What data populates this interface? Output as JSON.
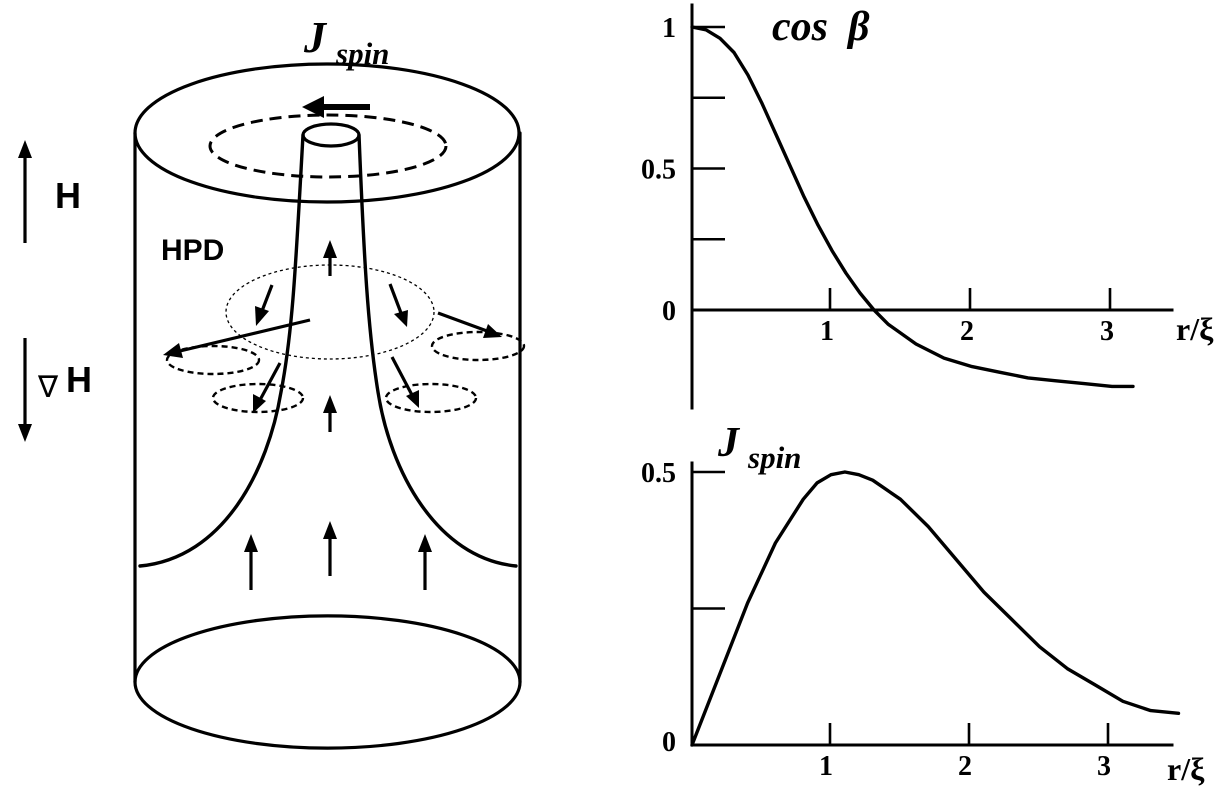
{
  "diagram": {
    "top_label": {
      "main": "J",
      "sub": "spin"
    },
    "field_label": "H",
    "gradient_symbol": "∇",
    "gradient_label": "H",
    "phase_label": "HPD"
  },
  "chart_data": [
    {
      "type": "line",
      "title": "cos β",
      "title_parts": {
        "main": "cos",
        "symbol": "β"
      },
      "xlabel": "r/ξ",
      "ylabel": "",
      "xticks": [
        "1",
        "2",
        "3"
      ],
      "yticks": [
        "1",
        "0.5",
        "0"
      ],
      "xlim": [
        0,
        3.4
      ],
      "ylim": [
        -0.3,
        1.05
      ],
      "series": [
        {
          "x": [
            0,
            0.1,
            0.2,
            0.3,
            0.4,
            0.5,
            0.6,
            0.7,
            0.8,
            0.9,
            1.0,
            1.1,
            1.2,
            1.3,
            1.4,
            1.6,
            1.8,
            2.0,
            2.2,
            2.4,
            2.6,
            2.8,
            3.0,
            3.15
          ],
          "y": [
            1.0,
            0.99,
            0.96,
            0.91,
            0.83,
            0.73,
            0.62,
            0.51,
            0.4,
            0.3,
            0.21,
            0.13,
            0.06,
            0.0,
            -0.05,
            -0.12,
            -0.17,
            -0.2,
            -0.22,
            -0.24,
            -0.25,
            -0.26,
            -0.27,
            -0.27
          ]
        }
      ]
    },
    {
      "type": "line",
      "title": "J spin",
      "title_parts": {
        "main": "J",
        "sub": "spin"
      },
      "xlabel": "r/ξ",
      "ylabel": "",
      "xticks": [
        "1",
        "2",
        "3"
      ],
      "yticks": [
        "0.5",
        "0"
      ],
      "xlim": [
        0,
        3.5
      ],
      "ylim": [
        0,
        0.52
      ],
      "series": [
        {
          "x": [
            0,
            0.2,
            0.4,
            0.6,
            0.8,
            0.9,
            1.0,
            1.1,
            1.2,
            1.3,
            1.5,
            1.7,
            1.9,
            2.1,
            2.3,
            2.5,
            2.7,
            2.9,
            3.1,
            3.3,
            3.5
          ],
          "y": [
            0,
            0.13,
            0.26,
            0.37,
            0.45,
            0.48,
            0.495,
            0.5,
            0.495,
            0.485,
            0.45,
            0.4,
            0.34,
            0.28,
            0.23,
            0.18,
            0.14,
            0.11,
            0.08,
            0.063,
            0.058
          ]
        }
      ]
    }
  ]
}
